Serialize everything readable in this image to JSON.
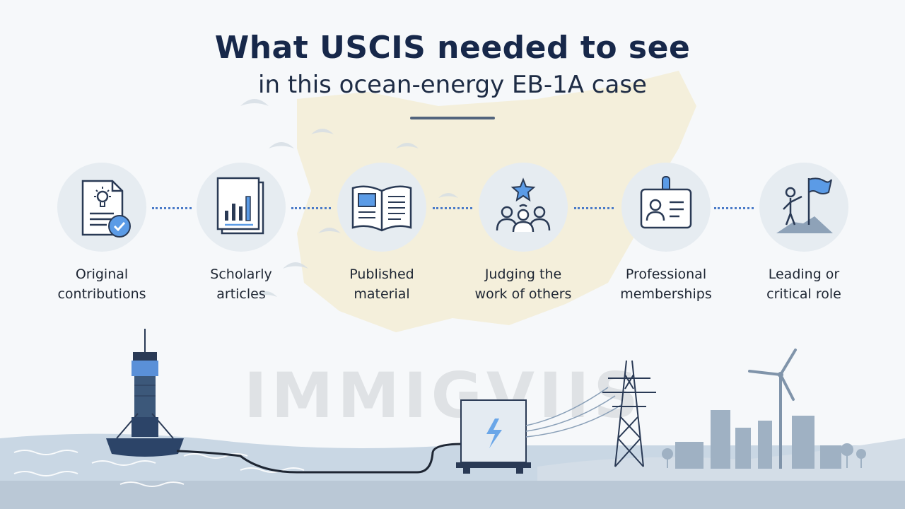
{
  "heading": {
    "title": "What USCIS needed to see",
    "subtitle": "in this ocean-energy EB-1A case"
  },
  "criteria": [
    {
      "line1": "Original",
      "line2": "contributions",
      "icon": "document-lightbulb-check-icon"
    },
    {
      "line1": "Scholarly",
      "line2": "articles",
      "icon": "bar-chart-report-icon"
    },
    {
      "line1": "Published",
      "line2": "material",
      "icon": "open-book-icon"
    },
    {
      "line1": "Judging the",
      "line2": "work of others",
      "icon": "people-star-icon"
    },
    {
      "line1": "Professional",
      "line2": "memberships",
      "icon": "id-badge-icon"
    },
    {
      "line1": "Leading or",
      "line2": "critical role",
      "icon": "person-flag-summit-icon"
    }
  ],
  "colors": {
    "title": "#17284a",
    "accent": "#4b7bc8",
    "icon_stroke": "#2a3a55",
    "icon_fill": "#6aa6e8",
    "circle_bg": "#e6ecf1"
  }
}
